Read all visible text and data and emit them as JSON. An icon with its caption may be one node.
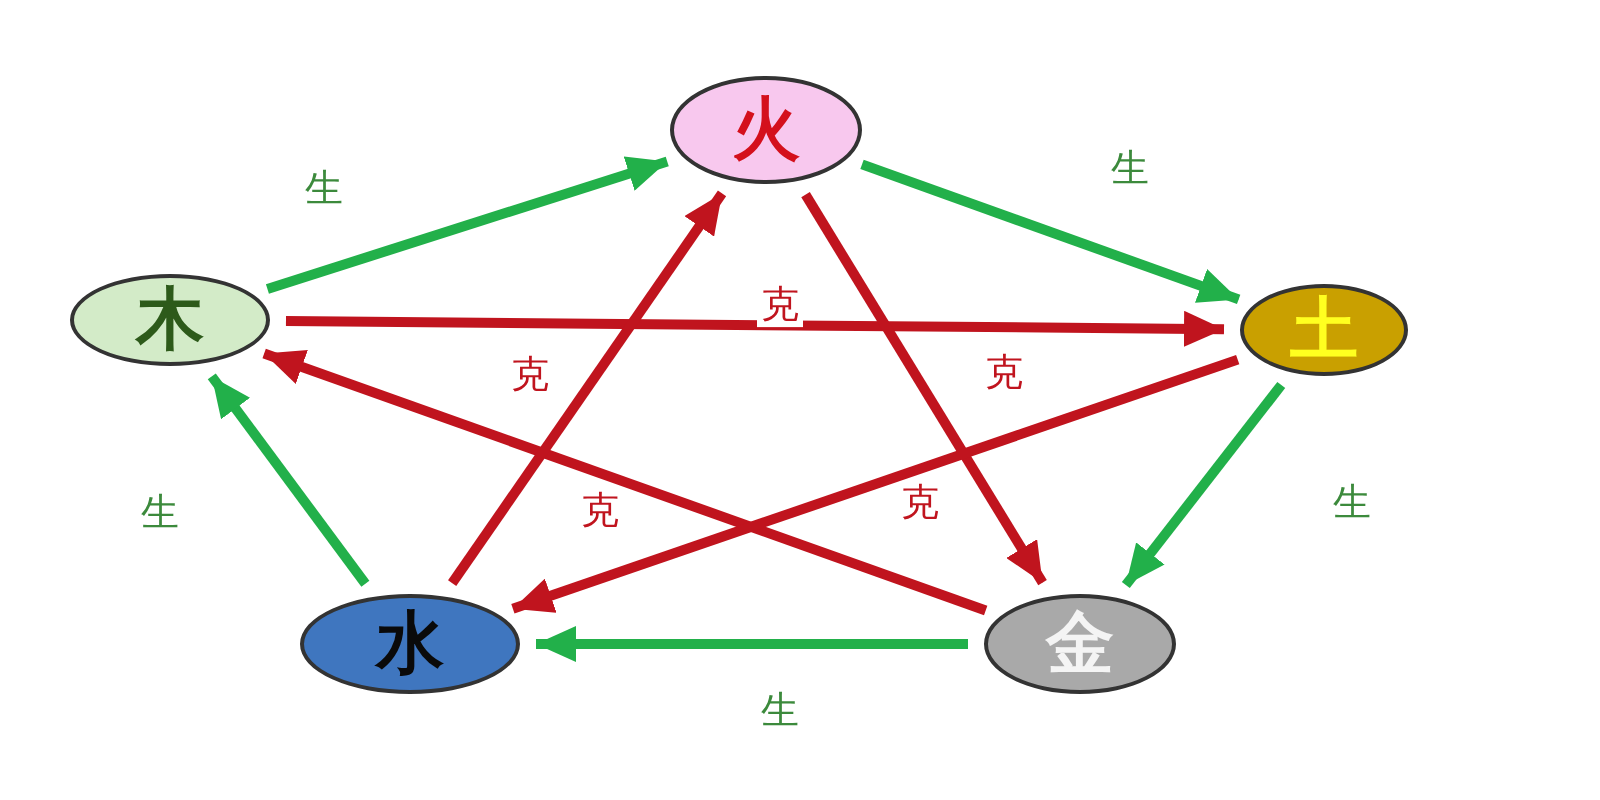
{
  "diagram": {
    "nodes": [
      {
        "text": [
          "火"
        ]
      },
      {
        "text": [
          "木"
        ]
      },
      {
        "text": [
          "土"
        ]
      },
      {
        "text": [
          "水"
        ]
      },
      {
        "text": [
          "金"
        ]
      }
    ],
    "edges": [
      {
        "from": 1,
        "to": 0,
        "arrow": "to",
        "label": "生",
        "color": "#22b04a"
      },
      {
        "from": 0,
        "to": 2,
        "arrow": "to",
        "label": "生",
        "color": "#22b04a"
      },
      {
        "from": 2,
        "to": 4,
        "arrow": "to",
        "label": "生",
        "color": "#22b04a"
      },
      {
        "from": 4,
        "to": 3,
        "arrow": "to",
        "label": "生",
        "color": "#22b04a"
      },
      {
        "from": 3,
        "to": 1,
        "arrow": "to",
        "label": "生",
        "color": "#22b04a"
      },
      {
        "from": 1,
        "to": 2,
        "arrow": "to",
        "label": "克",
        "color": "#c0141e"
      },
      {
        "from": 0,
        "to": 4,
        "arrow": "to",
        "label": "克",
        "color": "#c0141e"
      },
      {
        "from": 4,
        "to": 1,
        "arrow": "to",
        "label": "克",
        "color": "#c0141e"
      },
      {
        "from": 2,
        "to": 3,
        "arrow": "to",
        "label": "克",
        "color": "#c0141e"
      },
      {
        "from": 3,
        "to": 0,
        "arrow": "to",
        "label": "克",
        "color": "#c0141e"
      }
    ]
  }
}
